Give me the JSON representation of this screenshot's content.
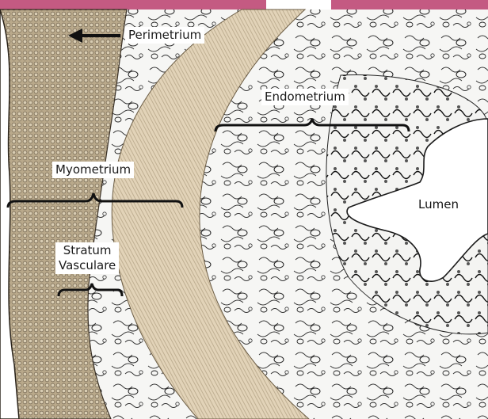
{
  "labels": {
    "perimetrium": "Perimetrium",
    "endometrium": "Endometrium",
    "myometrium": "Myometrium",
    "stratum_vasculare": "Stratum\nVasculare",
    "lumen": "Lumen"
  },
  "colors": {
    "perimetrium_layer": "#b9a98b",
    "myometrium_band": "#e2d3b8",
    "tissue_background": "#f6f6f4",
    "ink": "#1a1a1a",
    "top_stain": "#c45a82"
  },
  "icons": {
    "arrow": "left-arrow-icon",
    "brace": "curly-brace-icon"
  }
}
